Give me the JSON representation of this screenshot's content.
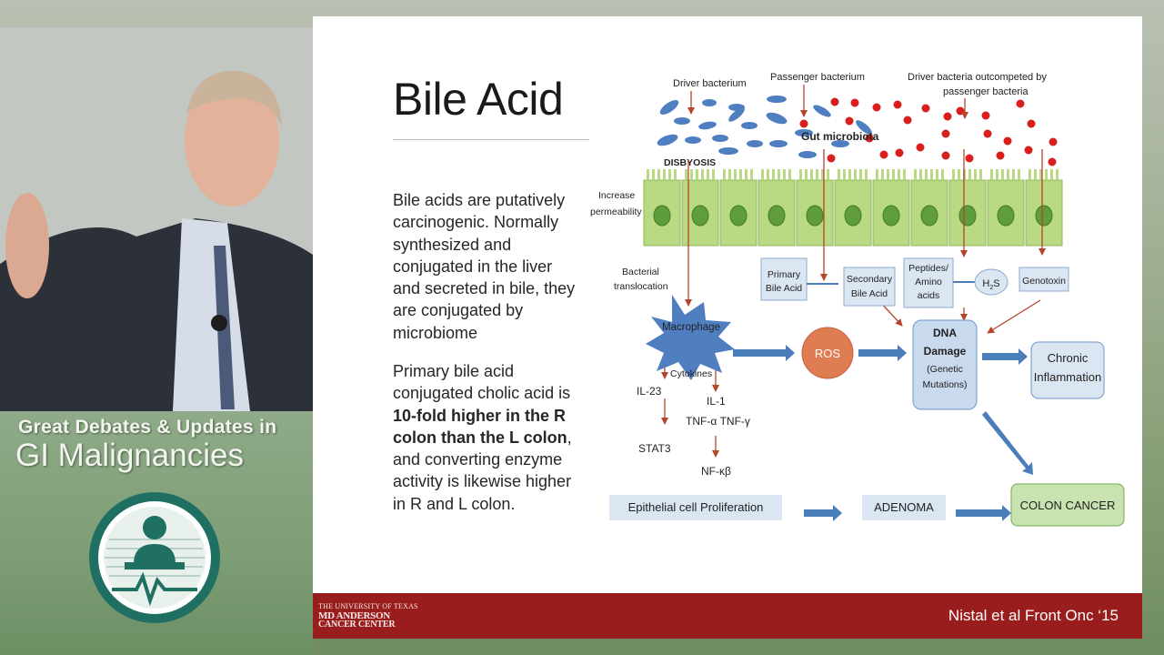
{
  "branding": {
    "line1": "Great Debates & Updates in",
    "line2": "GI Malignancies"
  },
  "slide": {
    "title": "Bile Acid",
    "para1": "Bile acids are putatively carcinogenic.  Normally synthesized and conjugated in the liver and secreted in bile, they are conjugated by microbiome",
    "para2_pre": "Primary bile acid conjugated cholic acid is ",
    "para2_bold": "10-fold higher in the R colon than the L colon",
    "para2_post": ", and converting enzyme activity is likewise higher in R and L colon.",
    "logo_line1": "THE UNIVERSITY OF TEXAS",
    "logo_line2": "MD ANDERSON",
    "logo_line3": "CANCER CENTER",
    "citation": "Nistal et al Front Onc ‘15"
  },
  "diagram": {
    "driver_bacterium": "Driver bacterium",
    "passenger_bacterium": "Passenger bacterium",
    "outcompeted_1": "Driver bacteria outcompeted by",
    "outcompeted_2": "passenger bacteria",
    "gut_microbiota": "Gut microbiota",
    "dysbiosis": "DISBYOSIS",
    "increase_1": "Increase",
    "increase_2": "permeability",
    "bacterial_1": "Bacterial",
    "bacterial_2": "translocation",
    "primary_1": "Primary",
    "primary_2": "Bile Acid",
    "secondary_1": "Secondary",
    "secondary_2": "Bile Acid",
    "peptides_1": "Peptides/",
    "peptides_2": "Amino",
    "peptides_3": "acids",
    "h2s_h": "H",
    "h2s_sub": "2",
    "h2s_s": "S",
    "genotoxin": "Genotoxin",
    "macrophage": "Macrophage",
    "cytokines": "Cytokines",
    "il23": "IL-23",
    "il1": "IL-1",
    "tnf": "TNF-α TNF-γ",
    "stat3": "STAT3",
    "nfkb": "NF-κβ",
    "ros": "ROS",
    "dna_1": "DNA",
    "dna_2": "Damage",
    "dna_3": "(Genetic",
    "dna_4": "Mutations)",
    "chronic_1": "Chronic",
    "chronic_2": "Inflammation",
    "epithelial": "Epithelial cell Proliferation",
    "adenoma": "ADENOMA",
    "colon_cancer": "COLON CANCER"
  },
  "colors": {
    "arrow_red": "#b5442b",
    "arrow_blue": "#4a7ebb",
    "cell_green": "#b9da82",
    "nucleus_green": "#5f9c3c",
    "bacterium_blue": "#4f7fc0",
    "bacterium_red": "#d91e1e",
    "box_blue": "#dbe6f3",
    "ros_orange": "#e07c52",
    "footer_red": "#9a1d1d"
  }
}
